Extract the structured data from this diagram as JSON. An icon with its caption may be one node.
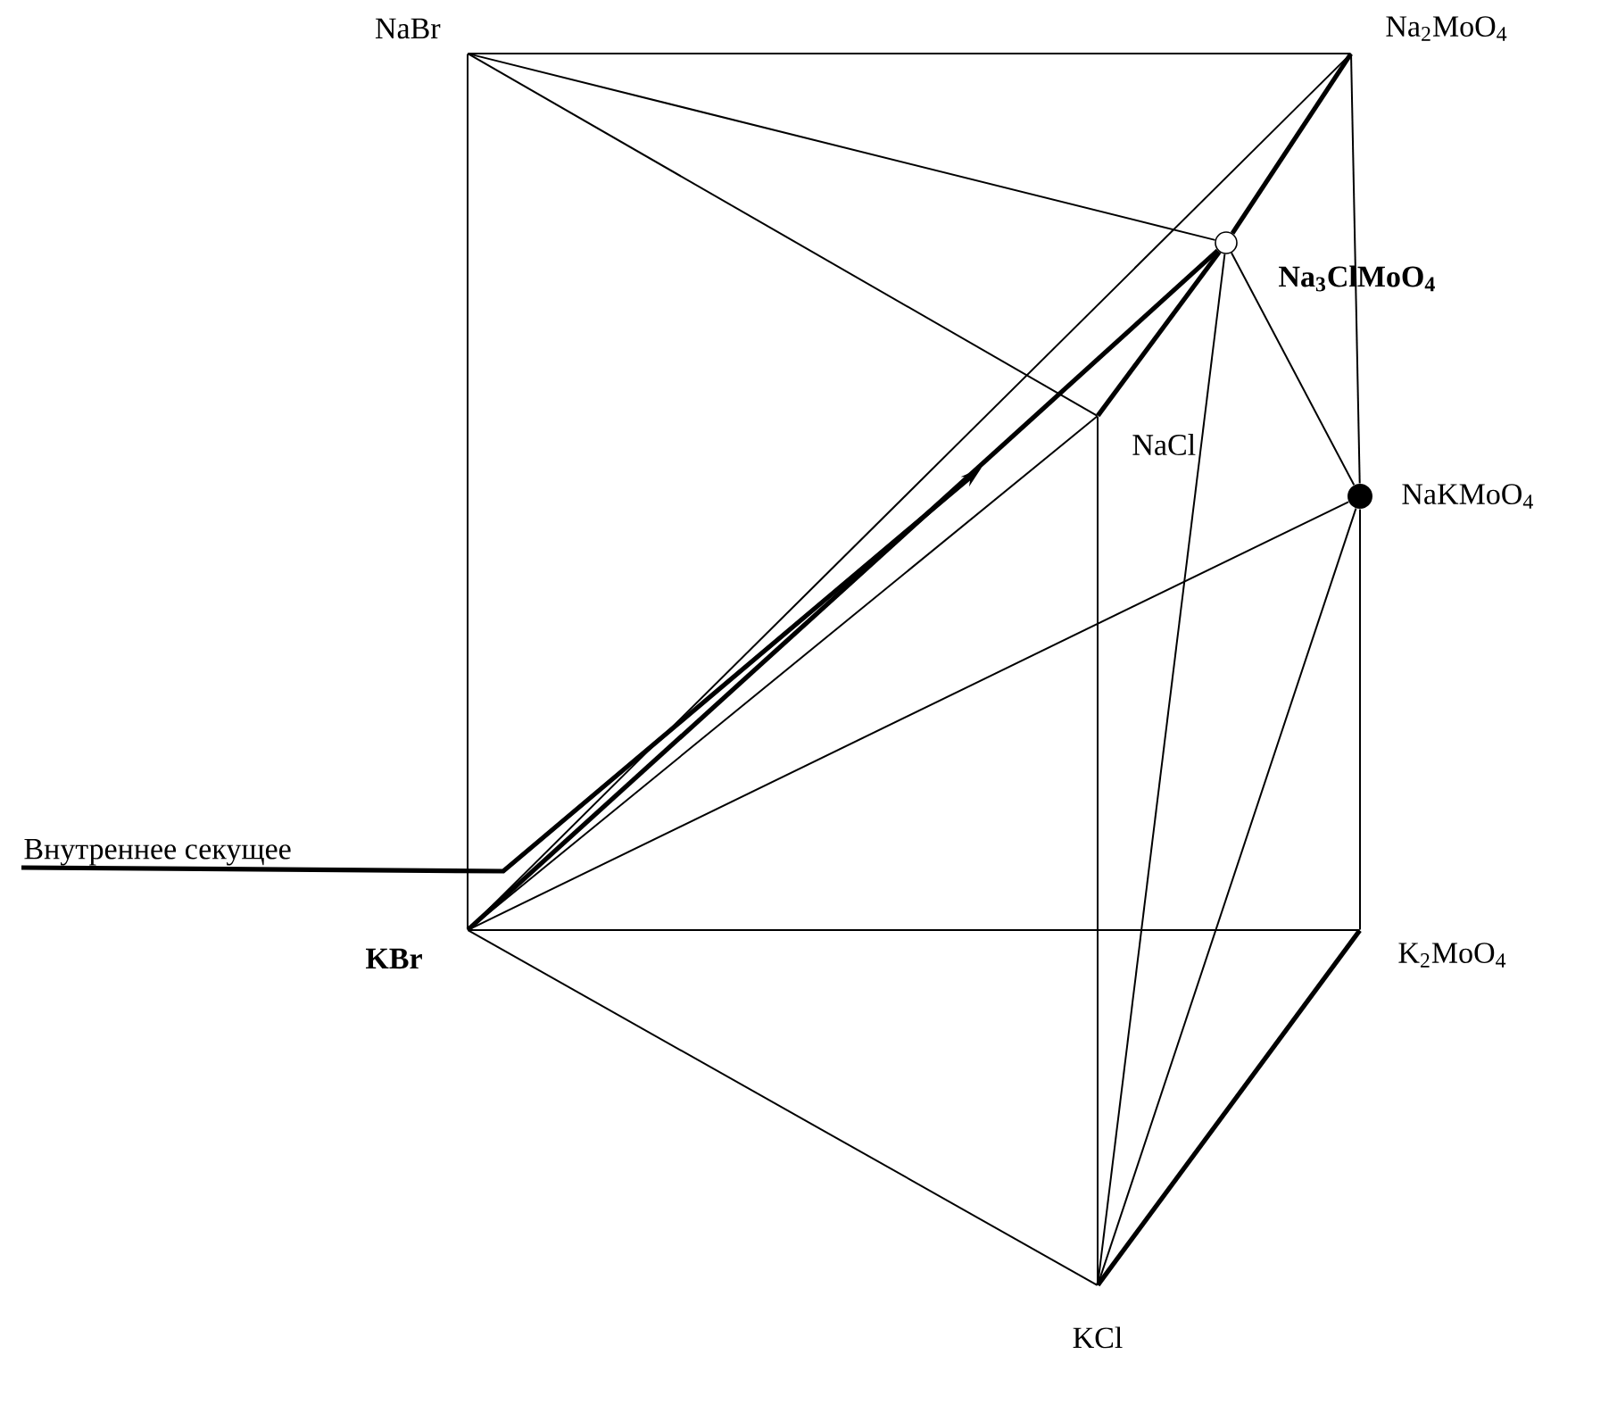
{
  "diagram": {
    "nodes": [
      {
        "text": [
          "NaBr"
        ]
      },
      {
        "text": [
          "Na$_{2}$MoO$_{4}$"
        ]
      },
      {
        "text": [
          "Na$_{3}$ClMoO$_{4}$"
        ]
      },
      {
        "text": [
          "NaCl"
        ]
      },
      {
        "text": [
          "NaKMoO$_{4}$"
        ]
      },
      {
        "text": [
          "KBr"
        ]
      },
      {
        "text": [
          "K$_{2}$MoO$_{4}$"
        ]
      },
      {
        "text": [
          "KCl"
        ]
      },
      {
        "text": [
          "Внутреннее секущее"
        ]
      }
    ],
    "edges": [
      {
        "from": 0,
        "to": 1,
        "arrow": "none"
      },
      {
        "from": 0,
        "to": 5,
        "arrow": "none"
      },
      {
        "from": 1,
        "to": 4,
        "arrow": "none"
      },
      {
        "from": 4,
        "to": 6,
        "arrow": "none"
      },
      {
        "from": 5,
        "to": 6,
        "arrow": "none"
      },
      {
        "from": 5,
        "to": 7,
        "arrow": "none"
      },
      {
        "from": 6,
        "to": 7,
        "arrow": "none",
        "style": "thick"
      },
      {
        "from": 3,
        "to": 7,
        "arrow": "none"
      },
      {
        "from": 0,
        "to": 2,
        "arrow": "none"
      },
      {
        "from": 0,
        "to": 3,
        "arrow": "none"
      },
      {
        "from": 5,
        "to": 1,
        "arrow": "none"
      },
      {
        "from": 5,
        "to": 2,
        "arrow": "none",
        "style": "thick"
      },
      {
        "from": 5,
        "to": 3,
        "arrow": "none"
      },
      {
        "from": 3,
        "to": 2,
        "arrow": "none",
        "style": "thick"
      },
      {
        "from": 2,
        "to": 1,
        "arrow": "none",
        "style": "thick"
      },
      {
        "from": 5,
        "to": 4,
        "arrow": "none"
      },
      {
        "from": 2,
        "to": 7,
        "arrow": "none"
      },
      {
        "from": 2,
        "to": 4,
        "arrow": "none"
      },
      {
        "from": 4,
        "to": 7,
        "arrow": "none"
      },
      {
        "from": 8,
        "to": null,
        "arrow": "to",
        "style": "thick"
      }
    ]
  }
}
